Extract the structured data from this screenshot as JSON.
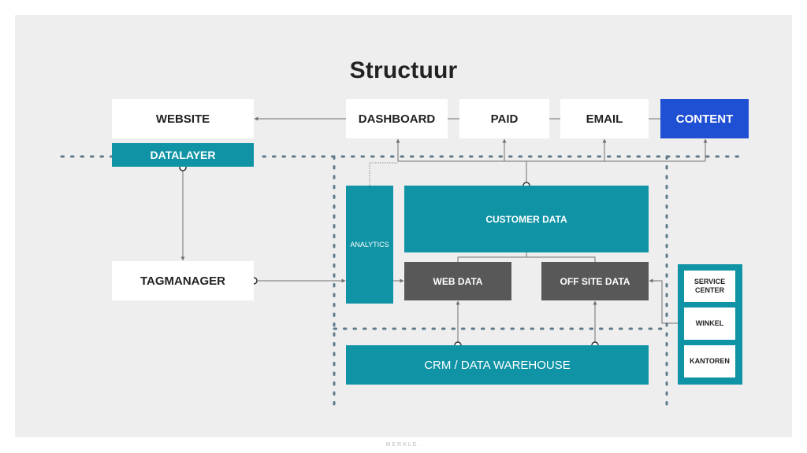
{
  "title": "Structuur",
  "nodes": {
    "website": "WEBSITE",
    "datalayer": "DATALAYER",
    "tagmanager": "TAGMANAGER",
    "dashboard": "DASHBOARD",
    "paid": "PAID",
    "email": "EMAIL",
    "content": "CONTENT",
    "analytics": "ANALYTICS",
    "customer_data": "CUSTOMER DATA",
    "web_data": "WEB DATA",
    "off_site_data": "OFF SITE DATA",
    "crm": "CRM / DATA WAREHOUSE",
    "service_center": "SERVICE CENTER",
    "winkel": "WINKEL",
    "kantoren": "KANTOREN"
  },
  "footer": "MERKLE.",
  "colors": {
    "background": "#eeeeef",
    "teal": "#0f93a5",
    "dark_gray": "#585858",
    "blue": "#1f4fd3",
    "dots": "#5f7a8a",
    "connector": "#707070"
  }
}
